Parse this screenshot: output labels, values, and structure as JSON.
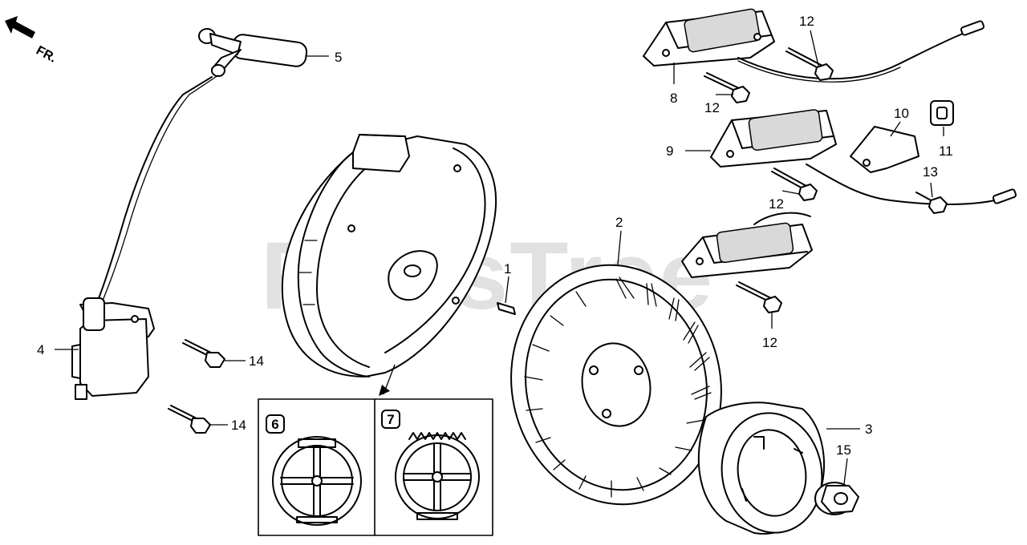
{
  "watermark": "PartsTree",
  "direction_label": "FR.",
  "variant_labels": [
    "6",
    "7"
  ],
  "callouts": {
    "c1": "1",
    "c2": "2",
    "c3": "3",
    "c4": "4",
    "c5": "5",
    "c8": "8",
    "c9": "9",
    "c10": "10",
    "c11": "11",
    "c12a": "12",
    "c12b": "12",
    "c12c": "12",
    "c12d": "12",
    "c13": "13",
    "c14a": "14",
    "c14b": "14",
    "c15": "15"
  }
}
